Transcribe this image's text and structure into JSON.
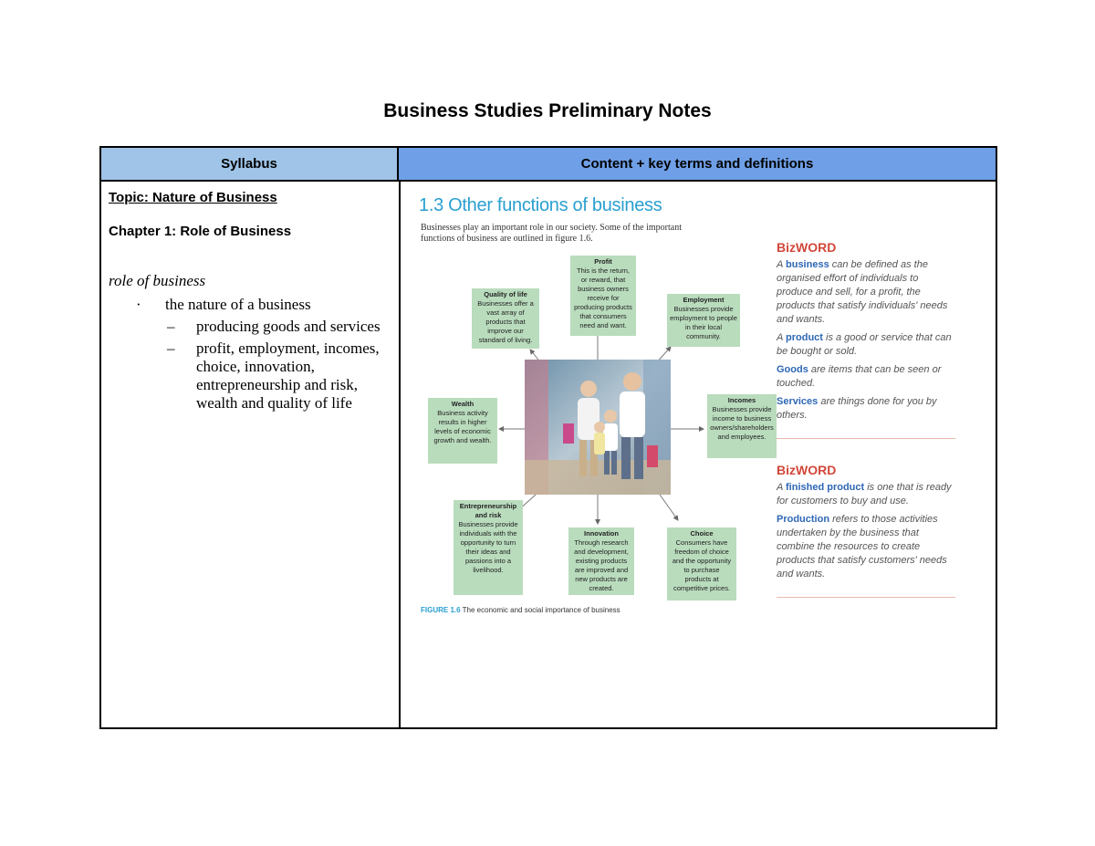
{
  "title": "Business Studies Preliminary Notes",
  "table": {
    "header_left": "Syllabus",
    "header_right": "Content + key terms and definitions"
  },
  "syllabus": {
    "topic": "Topic: Nature of Business",
    "chapter": "Chapter 1: Role of Business",
    "role": "role of business",
    "bullet_mark": "·",
    "bullet": "the nature of a business",
    "sub_mark": "–",
    "subs": [
      "producing goods and services",
      "profit, employment, incomes, choice, innovation, entrepreneurship and risk, wealth and quality of life"
    ]
  },
  "figure": {
    "heading": "1.3  Other functions of business",
    "intro": "Businesses play an important role in our society. Some of the important functions of business are outlined in figure 1.6.",
    "boxes": {
      "profit": {
        "title": "Profit",
        "text": "This is the return, or reward, that business owners receive for producing products that consumers need and want."
      },
      "quality": {
        "title": "Quality of life",
        "text": "Businesses offer a vast array of products that improve our standard of living."
      },
      "employment": {
        "title": "Employment",
        "text": "Businesses provide employment to people in their local community."
      },
      "wealth": {
        "title": "Wealth",
        "text": "Business activity results in higher levels of economic growth and wealth."
      },
      "incomes": {
        "title": "Incomes",
        "text": "Businesses provide income to business owners/shareholders and employees."
      },
      "entrepreneurship": {
        "title": "Entrepreneurship and risk",
        "text": "Businesses provide individuals with the opportunity to turn their ideas and passions into a livelihood."
      },
      "innovation": {
        "title": "Innovation",
        "text": "Through research and development, existing products are improved and new products are created."
      },
      "choice": {
        "title": "Choice",
        "text": "Consumers have freedom of choice and the opportunity to purchase products at competitive prices."
      }
    },
    "caption_label": "FIGURE 1.6",
    "caption_text": "The economic and social importance of business"
  },
  "bizword1": {
    "heading": "BizWORD",
    "p1_pre": "A ",
    "p1_key": "business",
    "p1_post": " can be defined as the organised effort of individuals to produce and sell, for a profit, the products that satisfy individuals' needs and wants.",
    "p2_pre": "A ",
    "p2_key": "product",
    "p2_post": " is a good or service that can be bought or sold.",
    "p3_key": "Goods",
    "p3_post": " are items that can be seen or touched.",
    "p4_key": "Services",
    "p4_post": " are things done for you by others."
  },
  "bizword2": {
    "heading": "BizWORD",
    "p1_pre": "A ",
    "p1_key": "finished product",
    "p1_post": " is one that is ready for customers to buy and use.",
    "p2_key": "Production",
    "p2_post": " refers to those activities undertaken by the business that combine the resources to create products that satisfy customers' needs and wants."
  },
  "colors": {
    "header_left": "#9fc4e7",
    "header_right": "#6f9fe6",
    "box_fill": "#b9dcbd",
    "heading_blue": "#2a9fd0",
    "bizword_red": "#d2473a",
    "key_blue": "#2e67b5"
  },
  "icons": [
    "family-shopping-photo"
  ]
}
